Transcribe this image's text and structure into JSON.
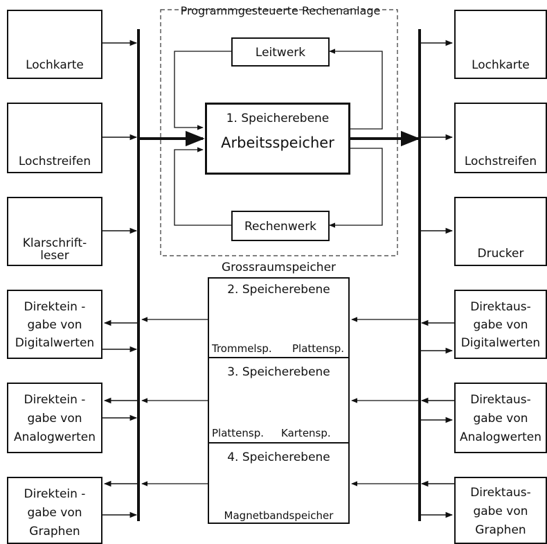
{
  "title": "Programmgesteuerte Rechenanlage",
  "center": {
    "leitwerk": "Leitwerk",
    "level1": "1. Speicherebene",
    "arbeitsspeicher": "Arbeitsspeicher",
    "rechenwerk": "Rechenwerk"
  },
  "mass_storage": {
    "title": "Grossraumspeicher",
    "level2": {
      "title": "2. Speicherebene",
      "item1": "Trommelsp.",
      "item2": "Plattensp."
    },
    "level3": {
      "title": "3. Speicherebene",
      "item1": "Plattensp.",
      "item2": "Kartensp."
    },
    "level4": {
      "title": "4. Speicherebene",
      "item1": "Magnetbandspeicher"
    }
  },
  "inputs": [
    {
      "label": "Lochkarte"
    },
    {
      "label": "Lochstreifen"
    },
    {
      "label": "Klarschrift-\nleser"
    },
    {
      "label": "Direktein -\ngabe von\nDigitalwerten"
    },
    {
      "label": "Direktein -\ngabe von\nAnalogwerten"
    },
    {
      "label": "Direktein -\ngabe von\nGraphen"
    }
  ],
  "outputs": [
    {
      "label": "Lochkarte"
    },
    {
      "label": "Lochstreifen"
    },
    {
      "label": "Drucker"
    },
    {
      "label": "Direktaus-\ngabe von\nDigitalwerten"
    },
    {
      "label": "Direktaus-\ngabe von\nAnalogwerten"
    },
    {
      "label": "Direktaus-\ngabe von\nGraphen"
    }
  ]
}
